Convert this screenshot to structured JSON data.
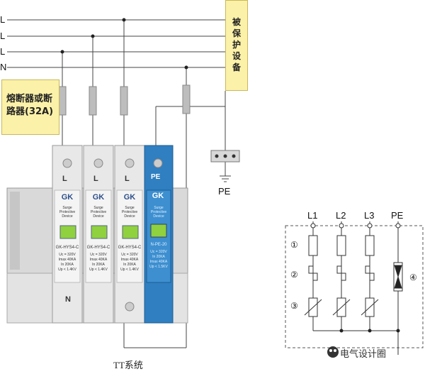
{
  "lines": {
    "l1": "L",
    "l2": "L",
    "l3": "L",
    "n": "N"
  },
  "protected_equipment": "被保护设备",
  "fuse_label": "熔断器或断路器(32A)",
  "pe_label": "PE",
  "caption": "TT系统",
  "modules": [
    {
      "brand": "GK",
      "model": "GK-HYS4-C",
      "uc": "Uc = 320V",
      "imax": "Imax 40KA",
      "in": "In 20KA",
      "up": "Up < 1.4KV",
      "top_mark": "L"
    },
    {
      "brand": "GK",
      "model": "GK-HYS4-C",
      "uc": "Uc = 320V",
      "imax": "Imax 40KA",
      "in": "In 20KA",
      "up": "Up < 1.4KV",
      "top_mark": "L"
    },
    {
      "brand": "GK",
      "model": "GK-HYS4-C",
      "uc": "Uc = 320V",
      "imax": "Imax 40KA",
      "in": "In 20KA",
      "up": "Up < 1.4KV",
      "top_mark": "L"
    },
    {
      "brand": "GK",
      "model": "N-PE-20",
      "uc": "Uc = 320V",
      "imax": "In 20KA",
      "in": "Imax 40KA",
      "up": "Up < 1.5KV",
      "top_mark": "PE"
    }
  ],
  "module_sub": "Surge Protective Device",
  "bottom_mark": "N",
  "schematic": {
    "phase_labels": [
      "L1",
      "L2",
      "L3",
      "PE"
    ],
    "markers": [
      "①",
      "②",
      "③",
      "④"
    ]
  },
  "watermark": "电气设计圈"
}
